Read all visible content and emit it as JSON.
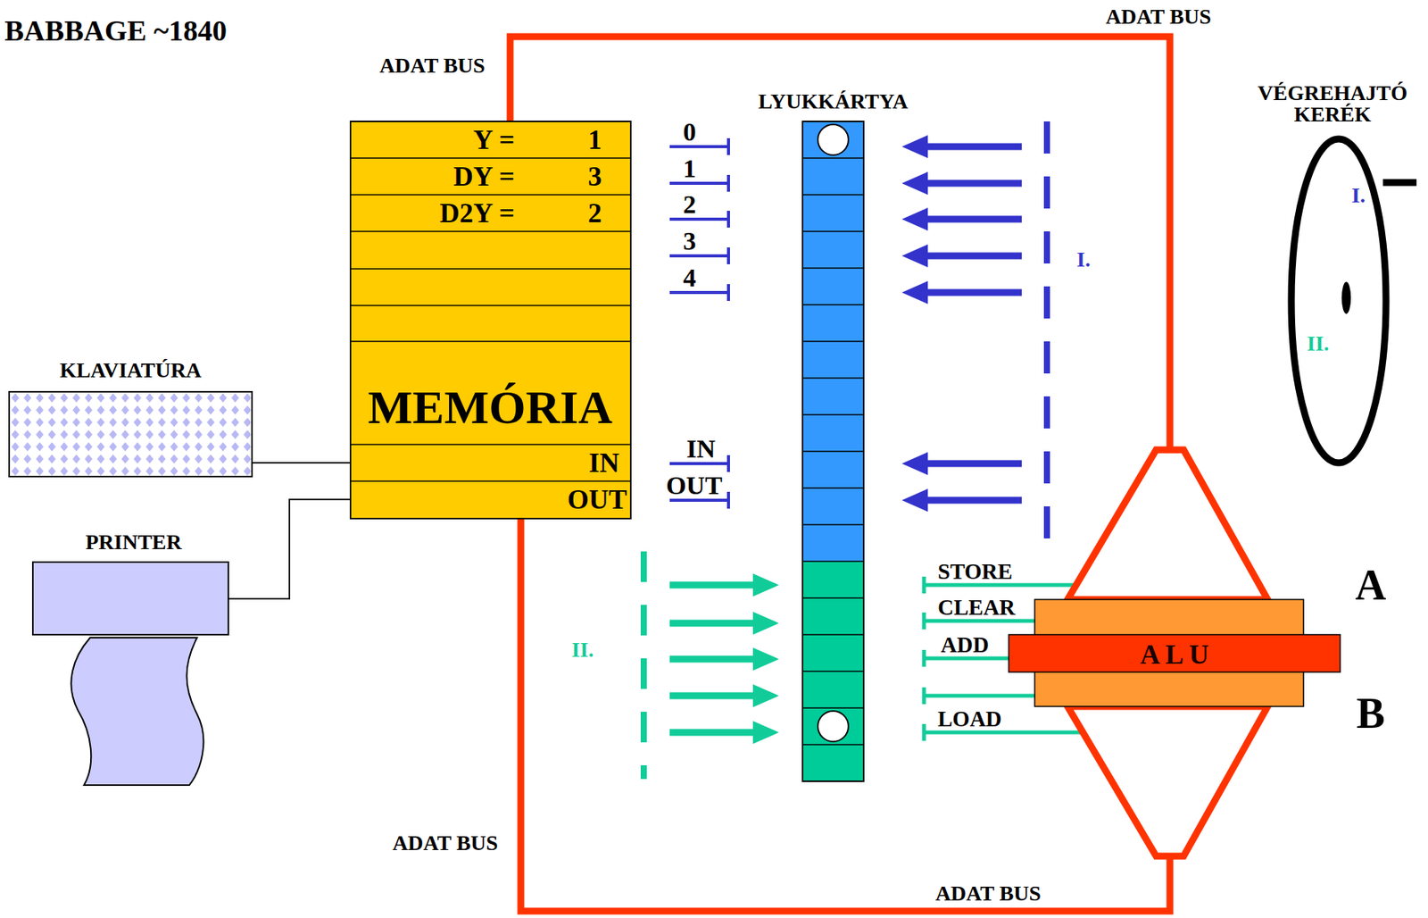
{
  "diagram": {
    "title": "BABBAGE ~1840",
    "nodes": [
      {
        "text": [
          "Y =",
          "1",
          "DY =",
          "3",
          "D2Y =",
          "2",
          "MEMÓRIA",
          "IN",
          "OUT"
        ]
      },
      {
        "text": [
          "LYUKKÁRTYA"
        ]
      },
      {
        "text": [
          "VÉGREHAJTÓ KERÉK",
          "I.",
          "II."
        ]
      },
      {
        "text": [
          "KLAVIATÚRA"
        ]
      },
      {
        "text": [
          "PRINTER"
        ]
      },
      {
        "text": [
          "A L U"
        ]
      }
    ],
    "edges": [
      {
        "from": 0,
        "to": 5,
        "arrow": "none"
      },
      {
        "from": 0,
        "to": 5,
        "arrow": "none"
      },
      {
        "from": 3,
        "to": 0,
        "arrow": "none"
      },
      {
        "from": 4,
        "to": 0,
        "arrow": "none"
      }
    ],
    "labels": [
      "ADAT BUS",
      "ADAT BUS",
      "ADAT BUS",
      "ADAT BUS",
      "0",
      "1",
      "2",
      "3",
      "4",
      "IN",
      "OUT",
      "I.",
      "II.",
      "STORE",
      "CLEAR",
      "ADD",
      "LOAD",
      "A",
      "B"
    ]
  }
}
